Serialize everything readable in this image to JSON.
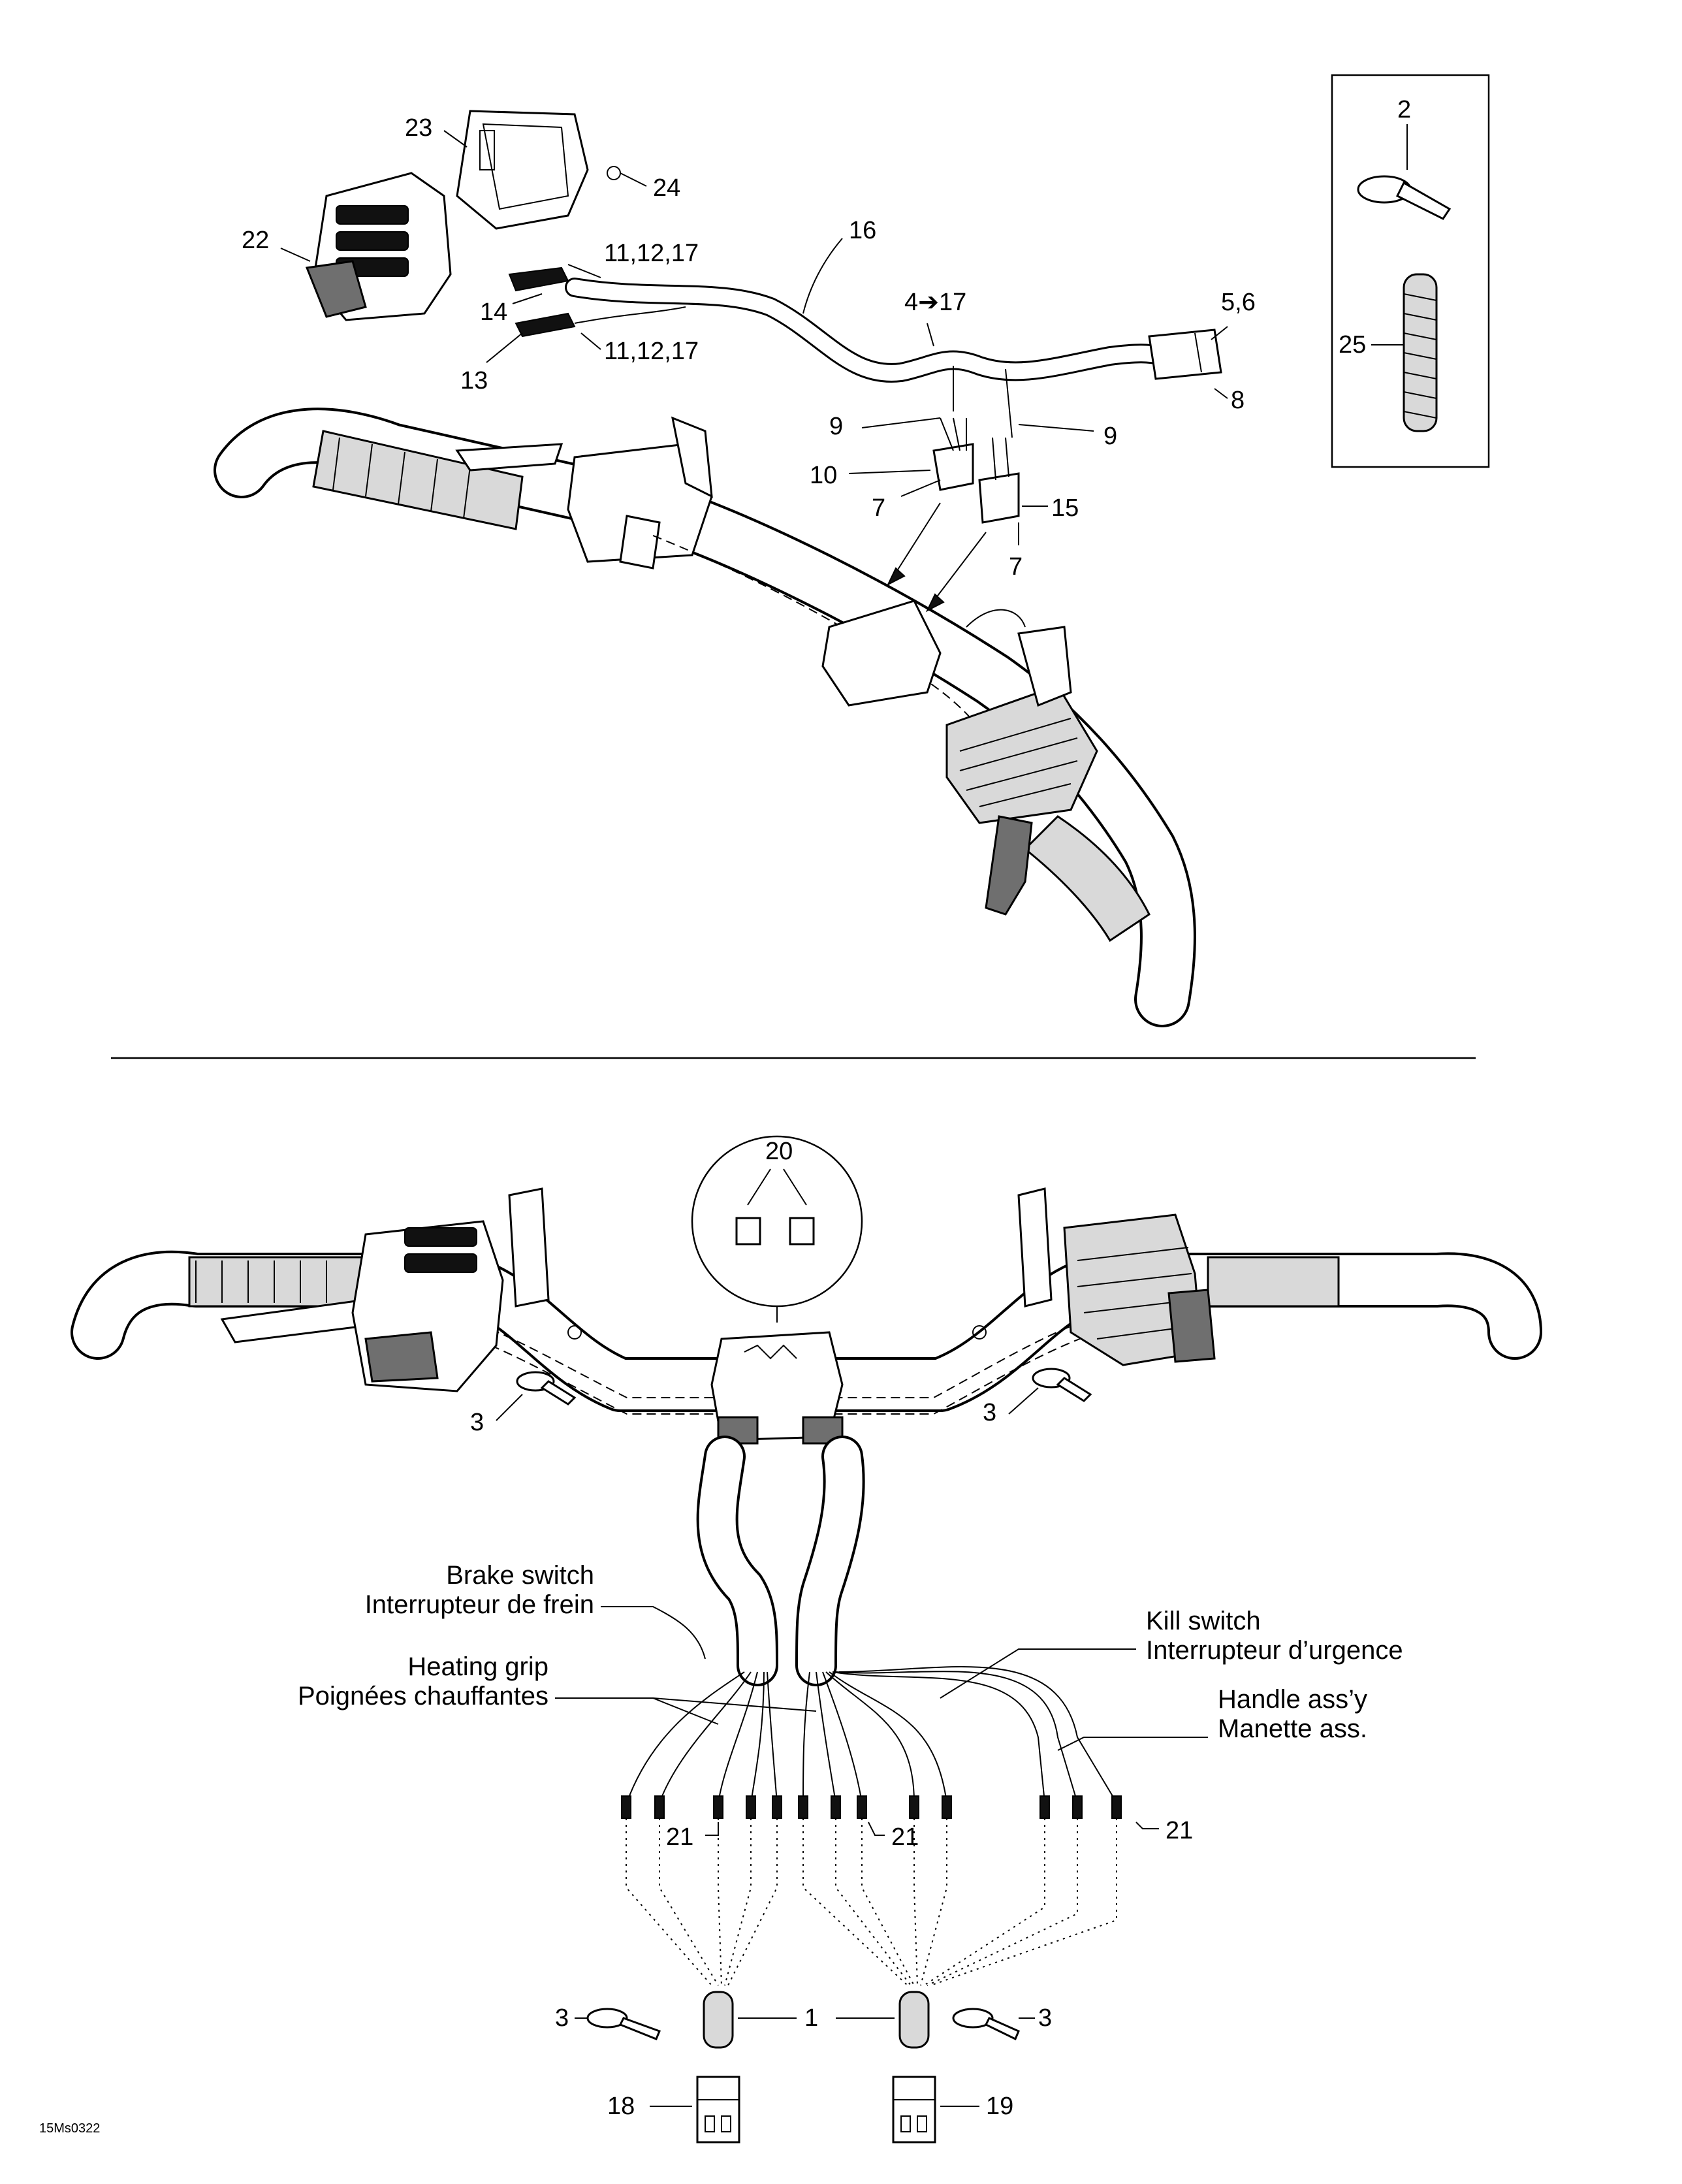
{
  "reference": "15Ms0322",
  "top_view": {
    "callouts": [
      "23",
      "24",
      "22",
      "16",
      "11,12,17",
      "14",
      "13",
      "11,12,17",
      "4➔17",
      "5,6",
      "8",
      "9",
      "9",
      "10",
      "7",
      "15",
      "7"
    ],
    "inset_callouts": [
      "2",
      "25"
    ]
  },
  "bottom_view": {
    "callouts": [
      "20",
      "3",
      "3",
      "21",
      "21",
      "21",
      "3",
      "1",
      "3",
      "18",
      "19"
    ],
    "descriptions": {
      "brake_switch": [
        "Brake switch",
        "Interrupteur de frein"
      ],
      "heating_grip": [
        "Heating grip",
        "Poignées chauffantes"
      ],
      "kill_switch": [
        "Kill switch",
        "Interrupteur d’urgence"
      ],
      "handle_assy": [
        "Handle ass’y",
        "Manette ass."
      ]
    }
  }
}
